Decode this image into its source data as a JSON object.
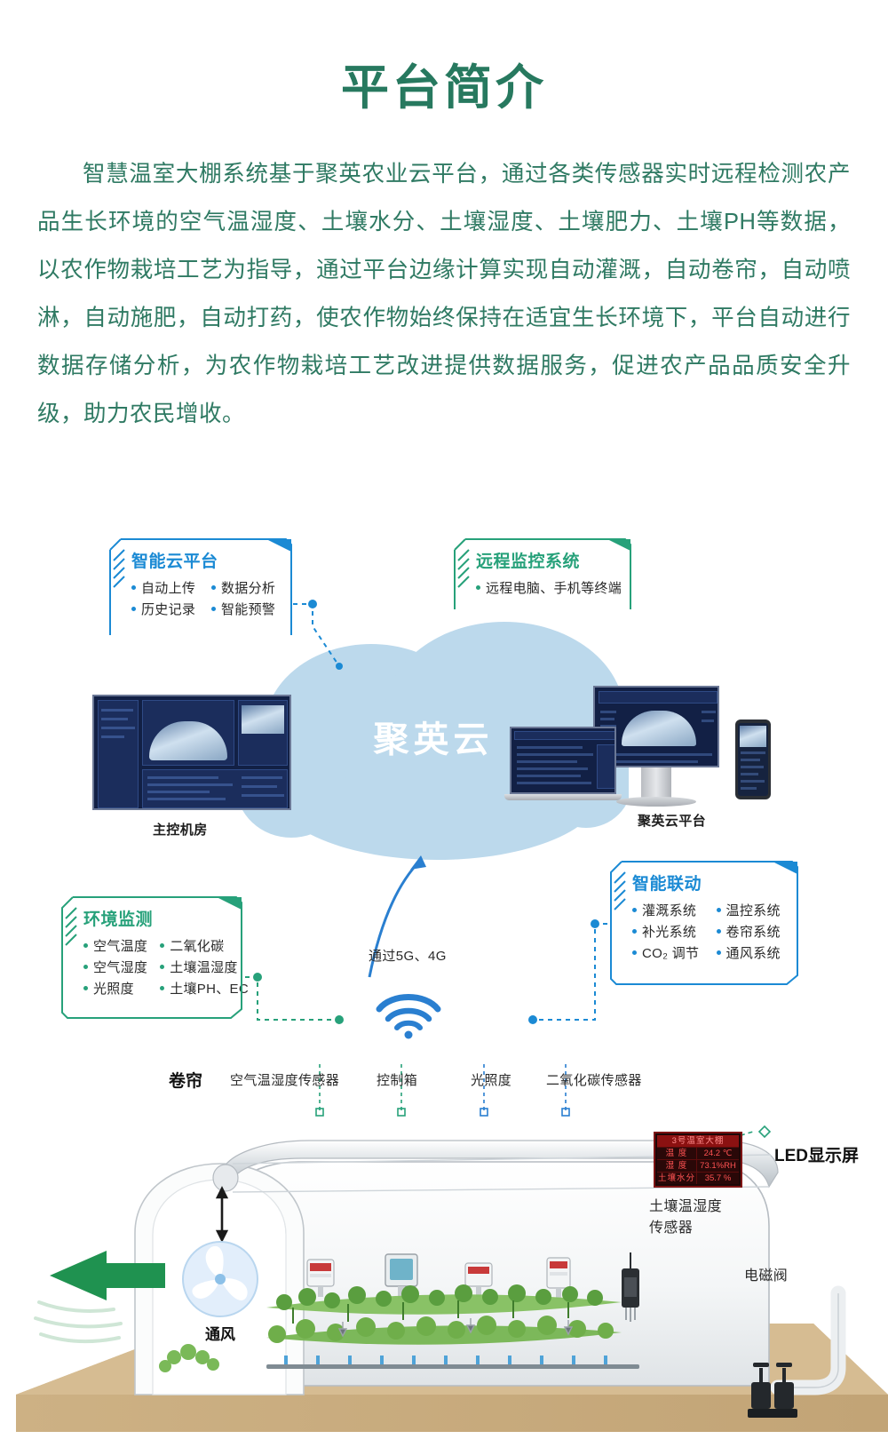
{
  "header": {
    "title": "平台简介",
    "intro": "智慧温室大棚系统基于聚英农业云平台，通过各类传感器实时远程检测农产品生长环境的空气温湿度、土壤水分、土壤湿度、土壤肥力、土壤PH等数据，以农作物栽培工艺为指导，通过平台边缘计算实现自动灌溉，自动卷帘，自动喷淋，自动施肥，自动打药，使农作物始终保持在适宜生长环境下，平台自动进行数据存储分析，为农作物栽培工艺改进提供数据服务，促进农产品品质安全升级，助力农民增收。"
  },
  "cards": {
    "cloud_platform": {
      "title": "智能云平台",
      "items": [
        "自动上传",
        "数据分析",
        "历史记录",
        "智能预警"
      ]
    },
    "remote_monitor": {
      "title": "远程监控系统",
      "items": [
        "远程电脑、手机等终端"
      ]
    },
    "env_monitor": {
      "title": "环境监测",
      "items": [
        "空气温度",
        "二氧化碳",
        "空气湿度",
        "土壤温湿度",
        "光照度",
        "土壤PH、EC"
      ]
    },
    "smart_linkage": {
      "title": "智能联动",
      "items": [
        "灌溉系统",
        "温控系统",
        "补光系统",
        "卷帘系统",
        "CO₂ 调节",
        "通风系统"
      ]
    }
  },
  "cloud": {
    "brand": "聚英云"
  },
  "labels": {
    "control_room": "主控机房",
    "cloud_platform": "聚英云平台",
    "network": "通过5G、4G",
    "roller_blind": "卷帘",
    "air_temp_humidity_sensor": "空气温湿度传感器",
    "control_box": "控制箱",
    "illuminance": "光照度",
    "co2_sensor": "二氧化碳传感器",
    "led_display": "LED显示屏",
    "soil_sensor": "土壤温湿度\n传感器",
    "soil_sensor_line1": "土壤温湿度",
    "soil_sensor_line2": "传感器",
    "solenoid_valve": "电磁阀",
    "ventilation": "通风"
  },
  "led_display": {
    "title": "3号温室大棚",
    "rows": [
      {
        "key": "温 度",
        "value": "24.2 ℃"
      },
      {
        "key": "湿 度",
        "value": "73.1%RH"
      },
      {
        "key": "土壤水分",
        "value": "35.7 %"
      }
    ]
  },
  "colors": {
    "title_green": "#27795f",
    "body_green": "#2f7a63",
    "accent_blue": "#1b8ad4",
    "accent_green": "#27a17a",
    "cloud_blue": "#b6d6ea",
    "led_red": "#ff5252"
  }
}
